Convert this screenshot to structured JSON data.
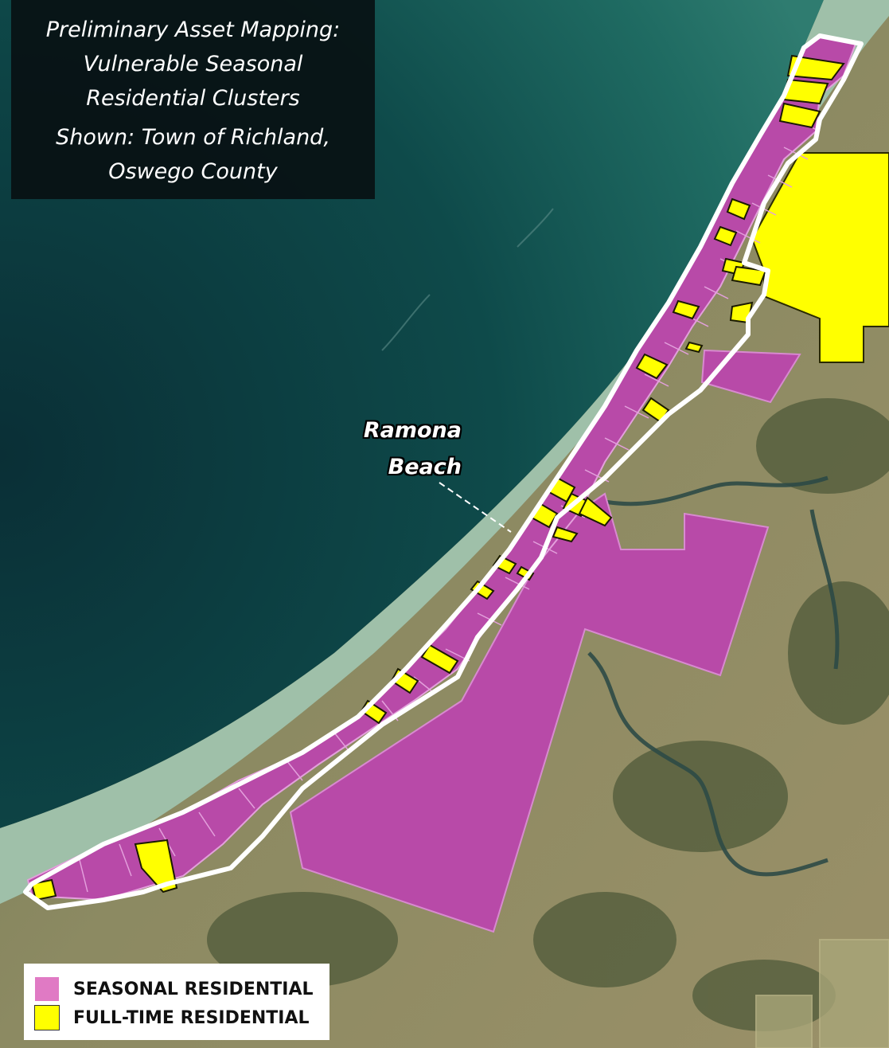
{
  "title": {
    "line1": "Preliminary Asset Mapping:",
    "line2": "Vulnerable Seasonal",
    "line3": "Residential Clusters",
    "line4": "Shown: Town of Richland,",
    "line5": "Oswego County"
  },
  "place_label": {
    "line1": "Ramona",
    "line2": "Beach"
  },
  "legend": {
    "items": [
      {
        "label": "SEASONAL RESIDENTIAL",
        "color": "#e07ac4"
      },
      {
        "label": "FULL-TIME RESIDENTIAL",
        "color": "#ffff00"
      }
    ]
  },
  "colors": {
    "seasonal": "#b84aa8",
    "full_time": "#ffff00",
    "water_deep": "#0c3a3e",
    "water_shallow": "#3d7f78",
    "beach": "#9ebfa8",
    "land": "#8a8a5c",
    "outline": "#ffffff"
  }
}
